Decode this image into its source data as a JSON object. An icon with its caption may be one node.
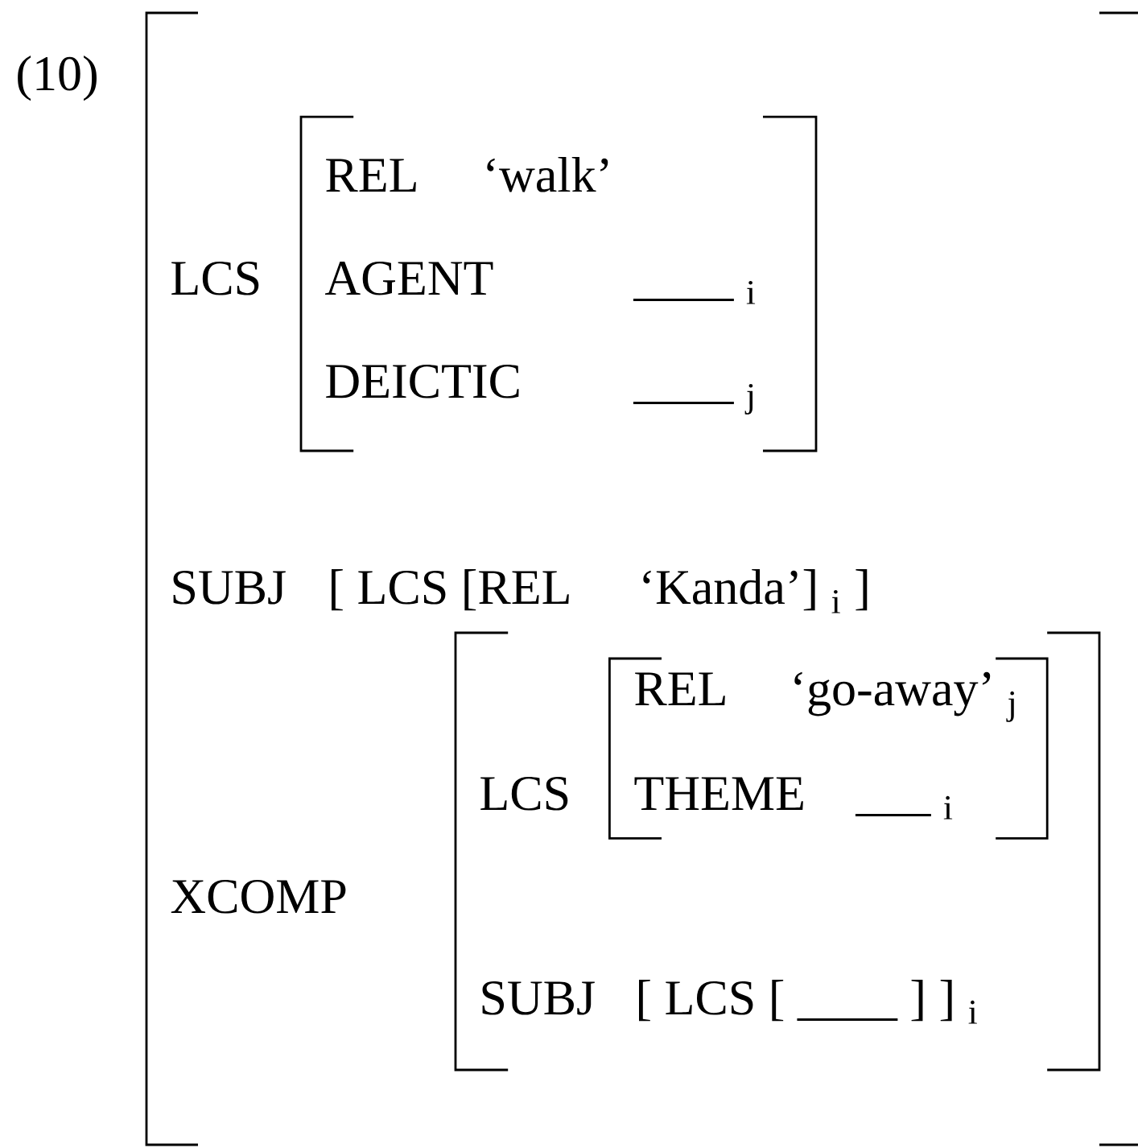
{
  "diagram": {
    "labels": [
      "(10)",
      "LCS",
      "REL",
      "‘walk’",
      "AGENT",
      "____ $_{i}$",
      "DEICTIC",
      "____ $_{j}$",
      "SUBJ",
      "[ LCS [REL",
      "‘Kanda’] $_{i}$ ]",
      "REL",
      "‘go-away’ $_{j}$",
      "LCS",
      "THEME",
      "___ $_{i}$",
      "XCOMP",
      "SUBJ",
      "[ LCS [ ____ ] ] $_{i}$"
    ]
  }
}
